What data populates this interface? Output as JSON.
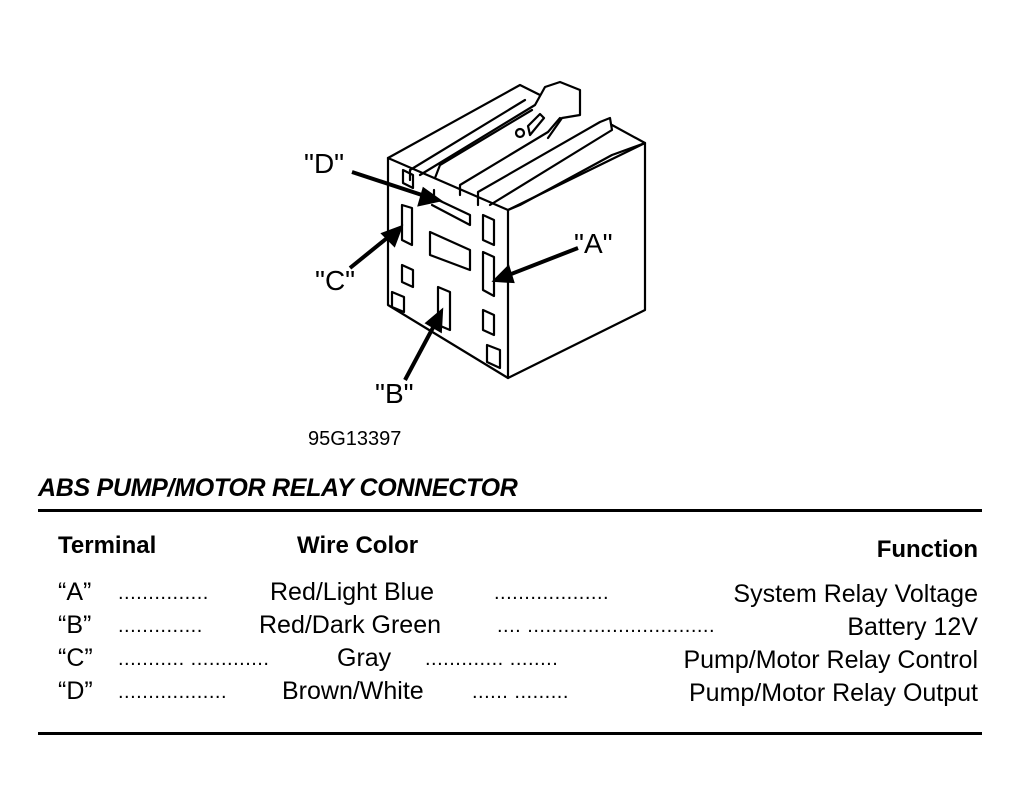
{
  "diagram": {
    "figure_id": "95G13397",
    "callouts": {
      "A": "\"A\"",
      "B": "\"B\"",
      "C": "\"C\"",
      "D": "\"D\""
    }
  },
  "table": {
    "title": "ABS PUMP/MOTOR RELAY CONNECTOR",
    "headers": {
      "terminal": "Terminal",
      "wire_color": "Wire Color",
      "function": "Function"
    },
    "rows": [
      {
        "terminal": "“A”",
        "dots1": "...............",
        "wire_color": "Red/Light Blue",
        "dots2": "...................",
        "function": "System Relay Voltage"
      },
      {
        "terminal": "“B”",
        "dots1": "..............",
        "wire_color": "Red/Dark Green",
        "dots2": ".... ...............................",
        "function": "Battery 12V"
      },
      {
        "terminal": "“C”",
        "dots1": "........... .............",
        "wire_color": "Gray",
        "dots2": "............. ........",
        "function": "Pump/Motor Relay Control"
      },
      {
        "terminal": "“D”",
        "dots1": "..................",
        "wire_color": "Brown/White",
        "dots2": "...... .........",
        "function": "Pump/Motor Relay Output"
      }
    ]
  }
}
